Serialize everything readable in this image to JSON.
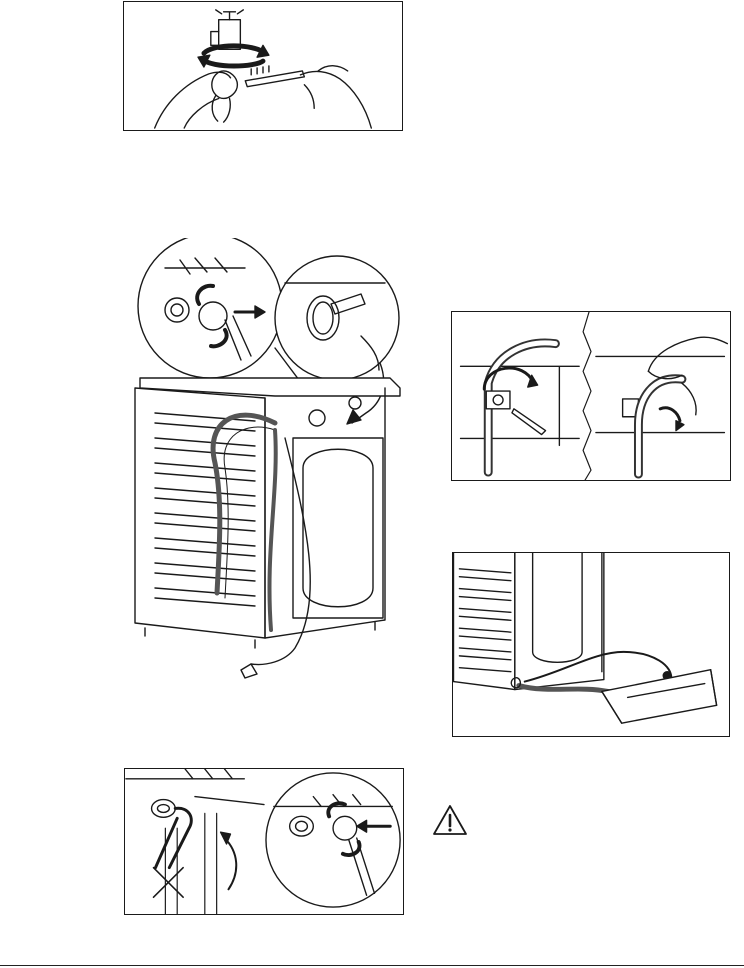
{
  "page": {
    "background": "#ffffff",
    "line_color": "#1a1a1a",
    "warning_icon": "warning-triangle-icon"
  },
  "illustrations": [
    {
      "id": "faucet-filter-cleaning",
      "icon": "faucet-toothbrush-icon"
    },
    {
      "id": "inlet-hose-removal",
      "icon": "washer-back-hose-icon"
    },
    {
      "id": "drain-hose-release",
      "icon": "drain-hose-wrench-icon"
    },
    {
      "id": "drain-into-bowl",
      "icon": "drain-bowl-icon"
    },
    {
      "id": "inlet-hose-reconnect",
      "icon": "hose-reconnect-icon"
    }
  ]
}
